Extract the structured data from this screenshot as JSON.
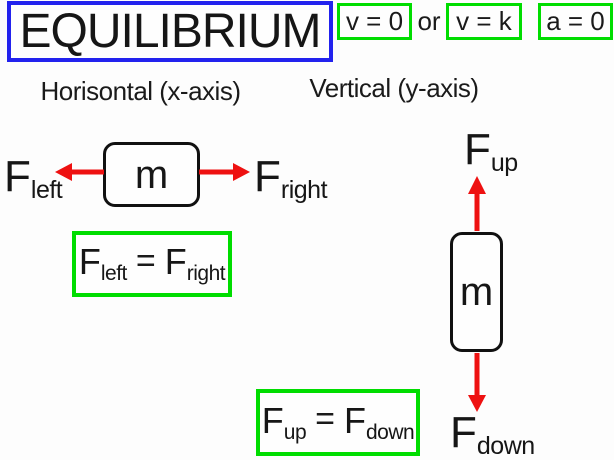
{
  "title": "EQUILIBRIUM",
  "conditions": {
    "velocity_zero": "v = 0",
    "or_label": "or",
    "velocity_constant": "v = k",
    "acceleration_zero": "a = 0"
  },
  "horizontal": {
    "heading": "Horisontal (x-axis)",
    "mass_label": "m",
    "force_left": {
      "symbol": "F",
      "subscript": "left"
    },
    "force_right": {
      "symbol": "F",
      "subscript": "right"
    },
    "equation": {
      "left_symbol": "F",
      "left_subscript": "left",
      "equals": "=",
      "right_symbol": "F",
      "right_subscript": "right"
    }
  },
  "vertical": {
    "heading": "Vertical (y-axis)",
    "mass_label": "m",
    "force_up": {
      "symbol": "F",
      "subscript": "up"
    },
    "force_down": {
      "symbol": "F",
      "subscript": "down"
    },
    "equation": {
      "left_symbol": "F",
      "left_subscript": "up",
      "equals": "=",
      "right_symbol": "F",
      "right_subscript": "down"
    }
  },
  "colors": {
    "title_border": "#2222ee",
    "highlight_border": "#00dd00",
    "arrow": "#ee1111",
    "text": "#1a1a1a",
    "background": "#fdfdfd"
  }
}
